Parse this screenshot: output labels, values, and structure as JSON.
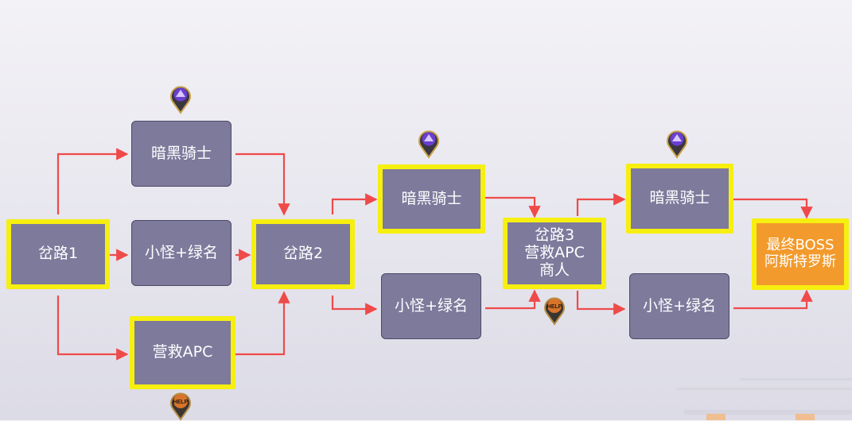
{
  "nodes": {
    "branch1": "岔路1",
    "dark_knight_1": "暗黑骑士",
    "mob_green_1": "小怪+绿名",
    "rescue_apc": "营救APC",
    "branch2": "岔路2",
    "dark_knight_2": "暗黑骑士",
    "mob_green_2": "小怪+绿名",
    "branch3": {
      "line1": "岔路3",
      "line2": "营救APC",
      "line3": "商人"
    },
    "dark_knight_3": "暗黑骑士",
    "mob_green_3": "小怪+绿名",
    "final_boss": {
      "line1": "最终BOSS",
      "line2": "阿斯特罗斯"
    }
  },
  "markers": {
    "help_label": "HELP"
  },
  "colors": {
    "node_fill": "#7d7a9c",
    "highlight_border": "#f6ef10",
    "boss_fill": "#f39a2c",
    "arrow": "#ef4a4a"
  }
}
